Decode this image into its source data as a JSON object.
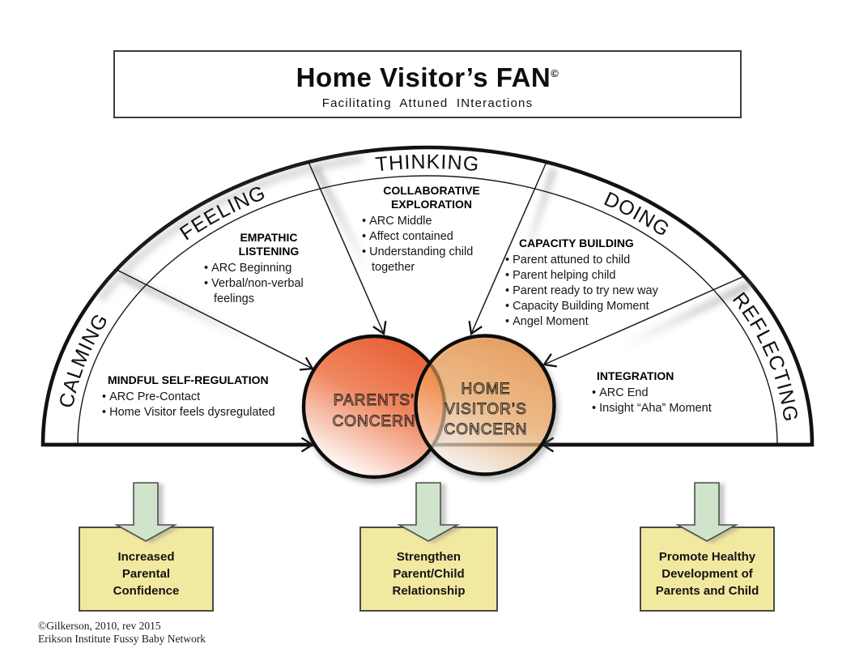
{
  "title": {
    "text": "Home Visitor’s FAN",
    "mark": "©",
    "subtitle": "Facilitating Attuned INteractions"
  },
  "fan": {
    "sector_labels": [
      "CALMING",
      "FEELING",
      "THINKING",
      "DOING",
      "REFLECTING"
    ],
    "blocks": [
      {
        "title": "MINDFUL SELF-REGULATION",
        "bullets": [
          "ARC Pre-Contact",
          "Home Visitor feels dysregulated"
        ]
      },
      {
        "title": "EMPATHIC LISTENING",
        "bullets": [
          "ARC Beginning",
          "Verbal/non-verbal feelings"
        ]
      },
      {
        "title": "COLLABORATIVE EXPLORATION",
        "bullets": [
          "ARC Middle",
          "Affect contained",
          "Understanding child together"
        ]
      },
      {
        "title": "CAPACITY BUILDING",
        "bullets": [
          "Parent attuned to child",
          "Parent helping child",
          "Parent ready to try new way",
          "Capacity Building Moment",
          "Angel Moment"
        ]
      },
      {
        "title": "INTEGRATION",
        "bullets": [
          "ARC End",
          "Insight “Aha” Moment"
        ]
      }
    ],
    "circles": {
      "left": {
        "lines": [
          "PARENTS’",
          "CONCERN"
        ]
      },
      "right": {
        "lines": [
          "HOME",
          "VISITOR’S",
          "CONCERN"
        ]
      }
    }
  },
  "outcomes": [
    {
      "text": "Increased Parental Confidence"
    },
    {
      "text": "Strengthen Parent/Child Relationship"
    },
    {
      "text": "Promote Healthy Development of Parents and Child"
    }
  ],
  "footer": {
    "line1": "©Gilkerson, 2010, rev 2015",
    "line2": "Erikson Institute Fussy Baby Network"
  },
  "colors": {
    "line": "#121212",
    "circle_left_top": "#E85F35",
    "circle_right_top": "#ED811C",
    "box_fill": "#F2E9A1",
    "box_border": "#4A4A4A",
    "arrow_fill": "#CFE4CB"
  }
}
